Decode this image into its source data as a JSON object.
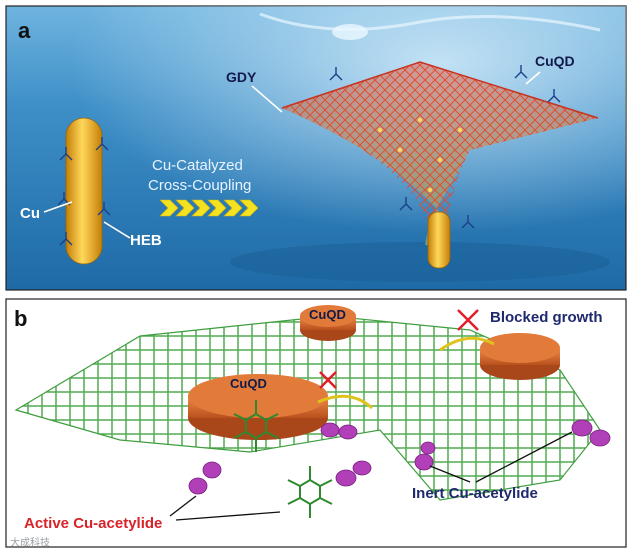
{
  "panel_a": {
    "letter": "a",
    "labels": {
      "cu": "Cu",
      "heb": "HEB",
      "gdy": "GDY",
      "cuqd": "CuQD",
      "reaction_line1": "Cu-Catalyzed",
      "reaction_line2": "Cross-Coupling"
    },
    "colors": {
      "background": "#2b7fb8",
      "nanowire": "#f2b21a",
      "mesh": "#d8452c",
      "arrow": "#f5e21e"
    }
  },
  "panel_b": {
    "letter": "b",
    "labels": {
      "cuqd_top": "CuQD",
      "cuqd_center": "CuQD",
      "blocked_growth": "Blocked growth",
      "active": "Active Cu-acetylide",
      "inert": "Inert Cu-acetylide"
    },
    "colors": {
      "mesh": "#4cae4c",
      "disk": "#d9662a",
      "acetylide": "#b13fb8",
      "active_text": "#d8232a",
      "inert_text": "#1f2a6e",
      "blocked_text": "#1f2a6e",
      "cross": "#e0202a"
    }
  },
  "watermark": "大成科技"
}
